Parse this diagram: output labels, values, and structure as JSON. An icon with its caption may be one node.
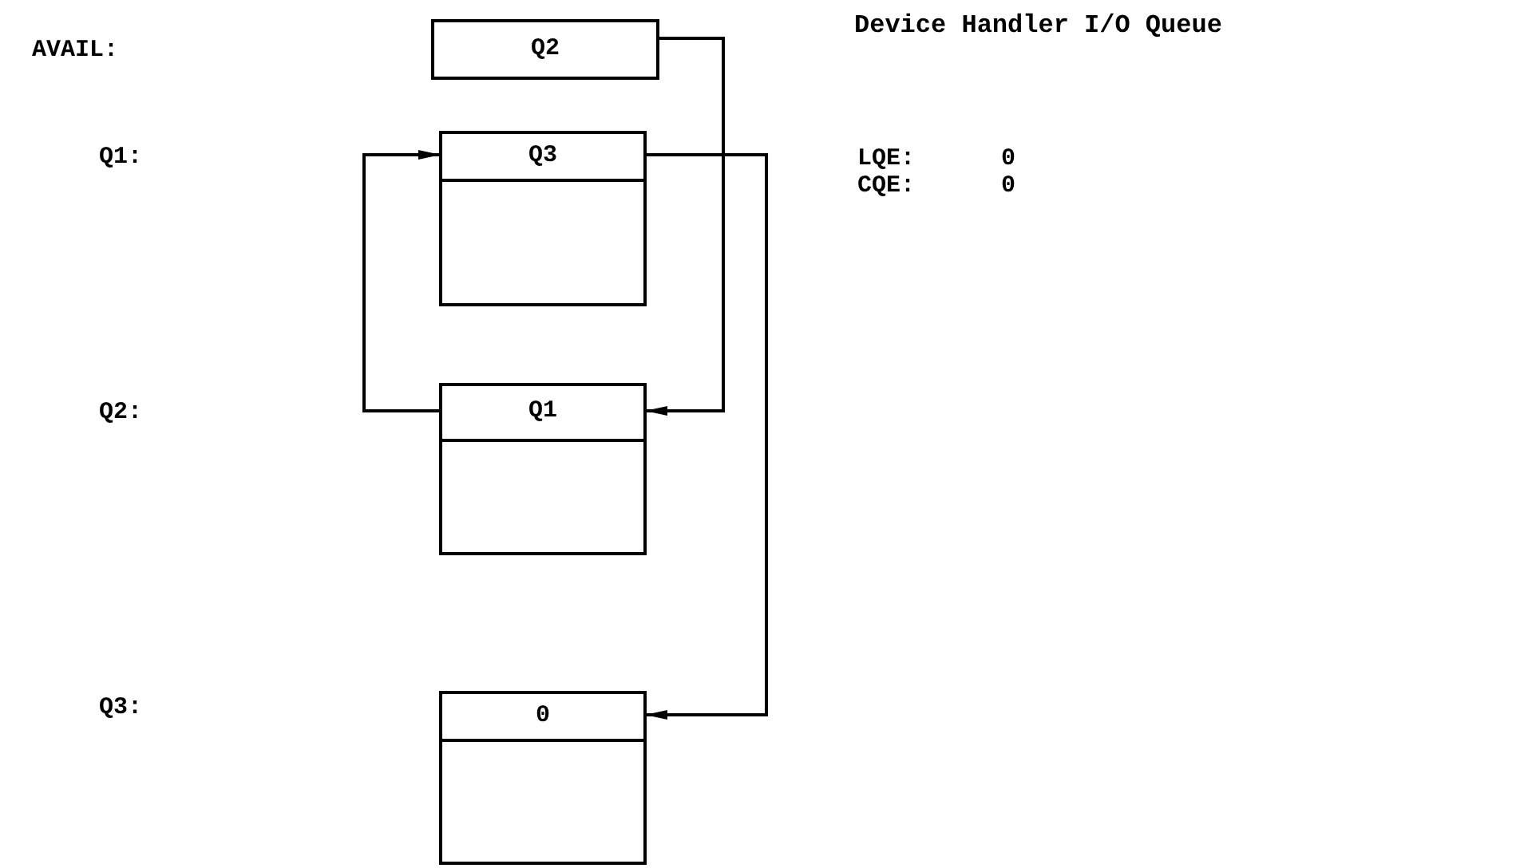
{
  "diagram": {
    "title": "Device Handler I/O Queue",
    "nodes": [
      {
        "text": [
          "Q2"
        ]
      },
      {
        "text": [
          "Q3"
        ]
      },
      {
        "text": [
          "Q1"
        ]
      },
      {
        "text": [
          "0"
        ]
      }
    ],
    "edges": [
      {
        "from": 0,
        "to": 2,
        "arrow": "to"
      },
      {
        "from": 1,
        "to": 3,
        "arrow": "to"
      },
      {
        "from": 2,
        "to": 1,
        "arrow": "to"
      }
    ],
    "labels": [
      "AVAIL:",
      "Q1:",
      "LQE:",
      "0",
      "CQE:",
      "0",
      "Q2:",
      "Q3:"
    ]
  }
}
